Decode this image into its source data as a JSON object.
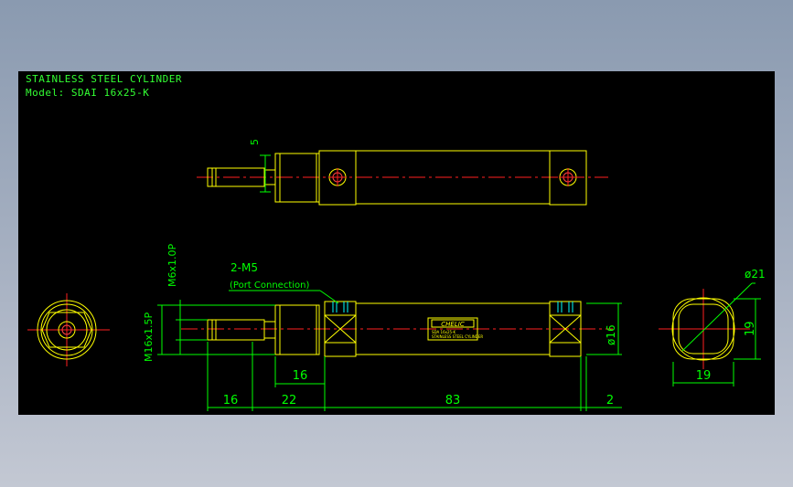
{
  "title_block": {
    "title": "STAINLESS STEEL CYLINDER",
    "model": "Model: SDAI 16x25-K"
  },
  "callout": {
    "port_count": "2-M5",
    "port_note": "(Port Connection)"
  },
  "nameplate": {
    "brand": "CHELIC",
    "line1": "SDA 16x25-K",
    "line2": "STAINLESS STEEL CYLINDER"
  },
  "dimensions": {
    "rod_flat": "5",
    "port_thread": "M6x1.0P",
    "mount_thread": "M16x1.5P",
    "nose_length": "16",
    "rod_extension": "16",
    "nose_total": "22",
    "body_length": "83",
    "end_cap": "2",
    "bore_dia": "ø16",
    "end_dia": "ø21",
    "end_width_v": "19",
    "end_width_h": "19"
  },
  "colors": {
    "background": "#000000",
    "outline": "#ffff00",
    "dimension": "#00ff00",
    "centerline": "#ff2020",
    "hatch": "#00ffff",
    "text": "#33ff33"
  }
}
